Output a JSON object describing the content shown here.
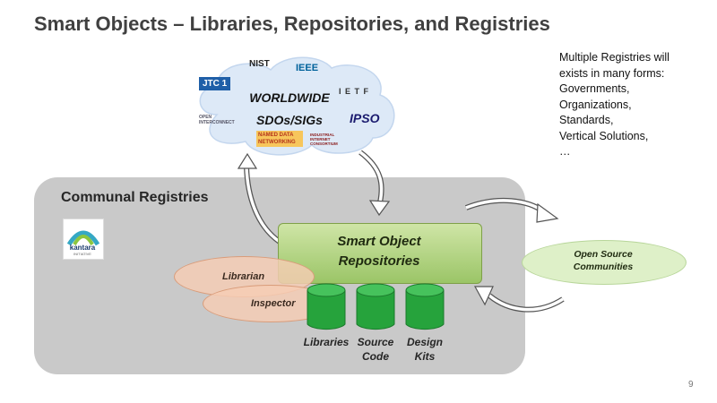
{
  "slide": {
    "title": "Smart Objects – Libraries, Repositories, and Registries",
    "page_number": "9"
  },
  "note": {
    "lines": "Multiple Registries will\nexists in many forms:\nGovernments,\nOrganizations,\nStandards,\nVertical Solutions,\n…"
  },
  "cloud": {
    "label": "WORLDWIDE\nSDOs/SIGs",
    "logos": {
      "nist": "NIST",
      "ieee": "IEEE",
      "jtc1": "JTC 1",
      "ietf": "I E T F",
      "open_interconnect": "OPEN INTERCONNECT",
      "ipso": "IPSO",
      "named_data": "NAMED DATA NETWORKING",
      "industrial_internet": "INDUSTRIAL INTERNET CONSORTIUM"
    }
  },
  "communal": {
    "label": "Communal Registries",
    "logo_text": "kantara",
    "logo_subtext": "INITIATIVE"
  },
  "repositories": {
    "label_line1": "Smart Object",
    "label_line2": "Repositories"
  },
  "roles": {
    "librarian": "Librarian",
    "inspector": "Inspector"
  },
  "cylinders": [
    {
      "label": "Libraries"
    },
    {
      "label": "Source\nCode"
    },
    {
      "label": "Design\nKits"
    }
  ],
  "open_source": {
    "label": "Open Source\nCommunities"
  },
  "colors": {
    "cylinder_green": "#26a33c",
    "communal_gray": "#c9c9c9",
    "repo_green": "#9bc567",
    "cloud_blue": "#dde9f7"
  }
}
